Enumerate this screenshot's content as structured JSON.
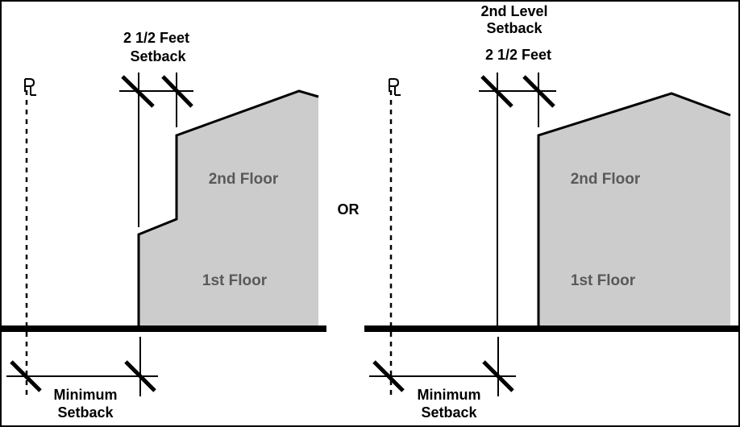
{
  "colors": {
    "ink": "#000000",
    "building_fill": "#cccccc",
    "floor_label": "#595959",
    "background": "#ffffff"
  },
  "left": {
    "setback_label_line1": "2 1/2 Feet",
    "setback_label_line2": "Setback",
    "property_line_symbol": "PL",
    "floor2_label": "2nd Floor",
    "floor1_label": "1st Floor",
    "min_setback_line1": "Minimum",
    "min_setback_line2": "Setback"
  },
  "separator_label": "OR",
  "right": {
    "level_label_line1": "2nd Level",
    "level_label_line2": "Setback",
    "level_label_line3": "2 1/2 Feet",
    "property_line_symbol": "PL",
    "floor2_label": "2nd Floor",
    "floor1_label": "1st Floor",
    "min_setback_line1": "Minimum",
    "min_setback_line2": "Setback"
  }
}
